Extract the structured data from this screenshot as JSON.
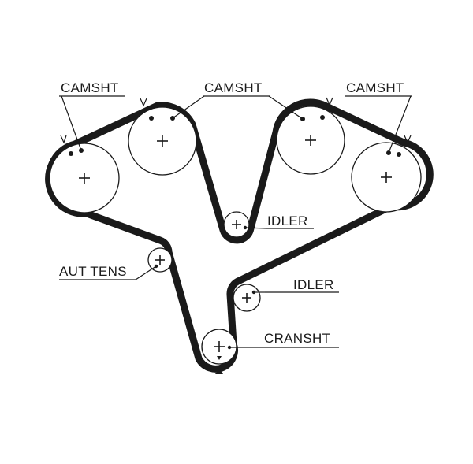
{
  "labels": {
    "camsht_left": "CAMSHT",
    "camsht_center": "CAMSHT",
    "camsht_right": "CAMSHT",
    "idler_upper": "IDLER",
    "idler_lower": "IDLER",
    "aut_tens": "AUT TENS",
    "cransht": "CRANSHT"
  },
  "colors": {
    "belt": "#1a1a1a",
    "line": "#1a1a1a",
    "background": "#ffffff"
  }
}
